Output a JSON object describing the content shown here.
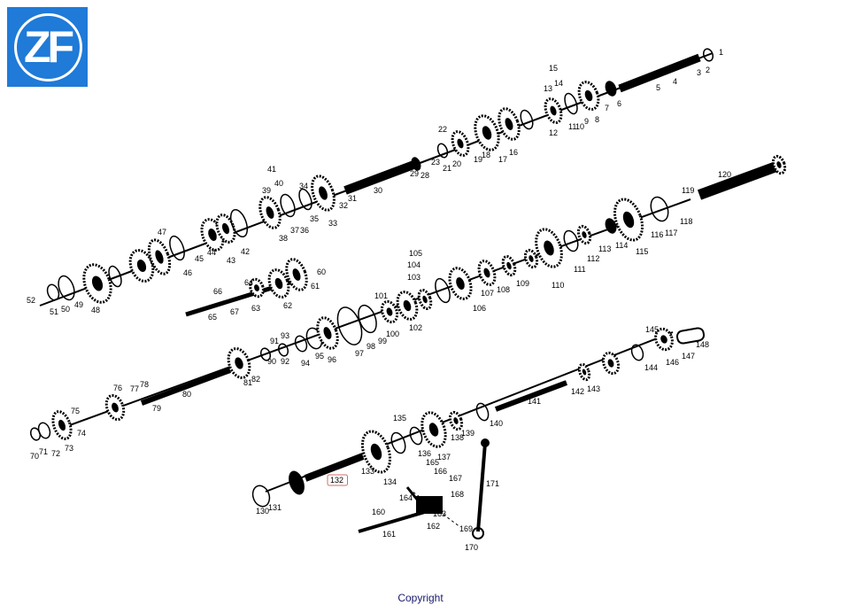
{
  "logo": {
    "text": "ZF",
    "color": "#1f7ad8"
  },
  "footer": {
    "copyright": "Copyright"
  },
  "highlight_color": "#d46b6b",
  "callouts": {
    "row1": [
      "1",
      "2",
      "3",
      "4",
      "5",
      "6",
      "7",
      "8",
      "9",
      "10",
      "11",
      "12",
      "13",
      "14",
      "15",
      "16",
      "17",
      "18",
      "19",
      "20",
      "21",
      "22",
      "23",
      "28",
      "29",
      "30",
      "31",
      "32",
      "33",
      "34",
      "35",
      "36",
      "37",
      "38",
      "39",
      "40",
      "41",
      "42",
      "43",
      "44",
      "45",
      "46",
      "47",
      "48",
      "49",
      "50",
      "51",
      "52"
    ],
    "row2": [
      "60",
      "61",
      "62",
      "63",
      "64",
      "65",
      "66",
      "67",
      "80",
      "81",
      "82",
      "90",
      "91",
      "92",
      "93",
      "94",
      "95",
      "96",
      "97",
      "98",
      "99",
      "100",
      "101",
      "102",
      "103",
      "104",
      "105",
      "106",
      "107",
      "108",
      "109",
      "110",
      "111",
      "112",
      "113",
      "114",
      "115",
      "116",
      "117",
      "118",
      "119",
      "120"
    ],
    "row3": [
      "70",
      "71",
      "72",
      "73",
      "74",
      "75",
      "76",
      "77",
      "78",
      "79"
    ],
    "row4": [
      "130",
      "131",
      "132",
      "133",
      "134",
      "135",
      "136",
      "137",
      "138",
      "139",
      "140",
      "141",
      "142",
      "143",
      "144",
      "145",
      "146",
      "147",
      "148",
      "160",
      "161",
      "162",
      "163",
      "164",
      "165",
      "166",
      "167",
      "168",
      "169",
      "170",
      "171"
    ]
  },
  "highlighted_callout": "132"
}
